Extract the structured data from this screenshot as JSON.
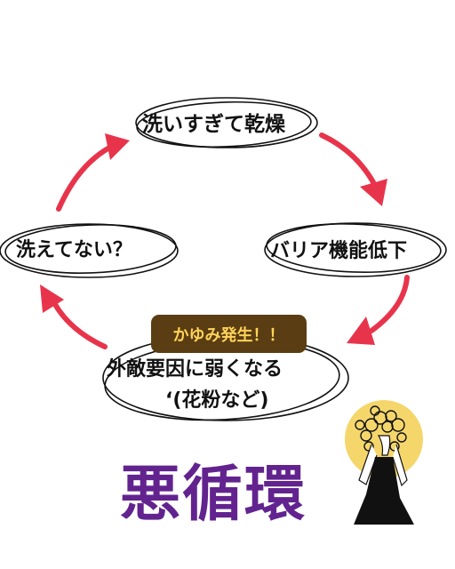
{
  "nodes": {
    "top": "洗いすぎて乾燥",
    "right": "バリア機能低下",
    "bottom_line1": "外敵要因に弱くなる",
    "bottom_line2": "‘(花粉など)",
    "left": "洗えてない？"
  },
  "badge": "かゆみ発生！！",
  "title": "悪循環",
  "colors": {
    "arrow": "#e8344b",
    "badge_bg": "#5a3d12",
    "badge_text": "#ffd35a",
    "title": "#62238f",
    "moon": "#f5d66b"
  },
  "icons": [
    "woman-illustration"
  ]
}
